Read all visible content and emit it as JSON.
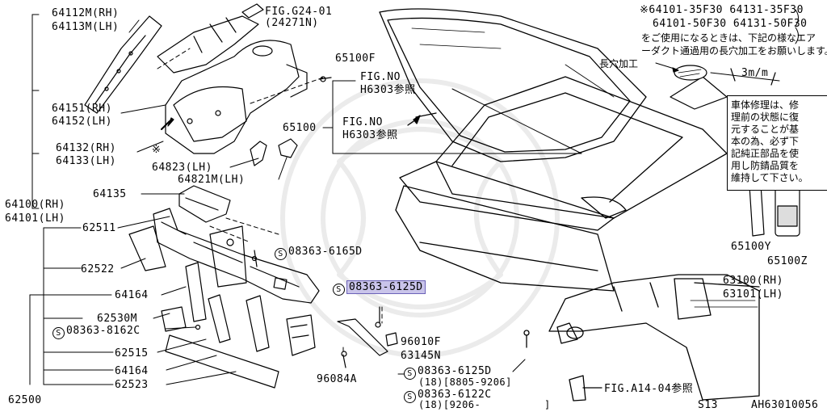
{
  "note_top": {
    "line1": "※64101-35F30  64131-35F30",
    "line2": "64101-50F30  64131-50F30",
    "line3": "をご使用になるときは、下記の様なエア",
    "line4": "ーダクト通過用の長穴加工をお願いします。",
    "hole_label": "長穴加工",
    "dimension": "3m/m"
  },
  "note_box": {
    "lines": [
      "車体修理は、修",
      "理前の状態に復",
      "元することが基",
      "本の為、必ず下",
      "記純正部品を使",
      "用し防錆品質を",
      "維持して下さい。"
    ]
  },
  "fig_refs": {
    "g24": "FIG.G24-01",
    "g24_sub": "(24271N)",
    "n0_a": "FIG.NO",
    "n0_a_sub": "H6303参照",
    "n0_b": "FIG.NO",
    "n0_b_sub": "H6303参照",
    "a14": "FIG.A14-04参照"
  },
  "parts": {
    "p64112": "64112M(RH)",
    "p64113": "64113M(LH)",
    "p64151": "64151(RH)",
    "p64152": "64152(LH)",
    "p64132": "64132(RH)",
    "p64133": "64133(LH)",
    "star": "※",
    "p64823": "64823(LH)",
    "p64821": "64821M(LH)",
    "p64135": "64135",
    "p64100": "64100(RH)",
    "p64101": "64101(LH)",
    "p65100f": "65100F",
    "p65100": "65100",
    "p62511": "62511",
    "p62522": "62522",
    "p64164a": "64164",
    "p62530": "62530M",
    "p62515": "62515",
    "p64164b": "64164",
    "p62523": "62523",
    "p62500": "62500",
    "p96010": "96010F",
    "p63145": "63145N",
    "p96084": "96084A",
    "p63100": "63100(RH)",
    "p63101": "63101(LH)",
    "p65100y": "65100Y",
    "p65100z": "65100Z"
  },
  "bolts": {
    "s_symbol": "S",
    "b6165": "08363-6165D",
    "b6125_hl": "08363-6125D",
    "b8162": "08363-8162C",
    "b6125_low": "08363-6125D",
    "b6125_low_range": "(18)[8805-9206]",
    "b6122": "08363-6122C",
    "b6122_range": "(18)[9206-",
    "b6122_close": "]"
  },
  "footer": {
    "section": "S13",
    "code": "AH63010056"
  },
  "colors": {
    "highlight": "#c9c4ea",
    "line": "#000000"
  }
}
